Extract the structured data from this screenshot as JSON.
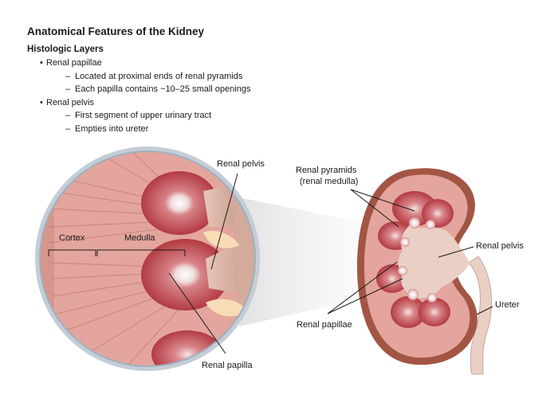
{
  "title": "Anatomical Features of the Kidney",
  "section_heading": "Histologic Layers",
  "bullets": [
    {
      "label": "Renal papillae",
      "subitems": [
        "Located at proximal ends of renal pyramids",
        "Each papilla contains ~10–25 small openings"
      ]
    },
    {
      "label": "Renal pelvis",
      "subitems": [
        "First segment of upper urinary tract",
        "Empties into ureter"
      ]
    }
  ],
  "labels": {
    "zoom_renal_pelvis": "Renal pelvis",
    "cortex": "Cortex",
    "medulla": "Medulla",
    "renal_papilla": "Renal papilla",
    "renal_pyramids_line1": "Renal pyramids",
    "renal_pyramids_line2": "(renal medulla)",
    "kidney_renal_pelvis": "Renal pelvis",
    "renal_papillae": "Renal papillae",
    "ureter": "Ureter"
  },
  "colors": {
    "tissue": "#e3a59d",
    "tissue_dark": "#b23a42",
    "capsule": "#a35544",
    "pelvis": "#ead0c4",
    "lens_rim": "#c4cdd6",
    "fat": "#f7dcb6",
    "leader_line": "#1a1a1a"
  }
}
